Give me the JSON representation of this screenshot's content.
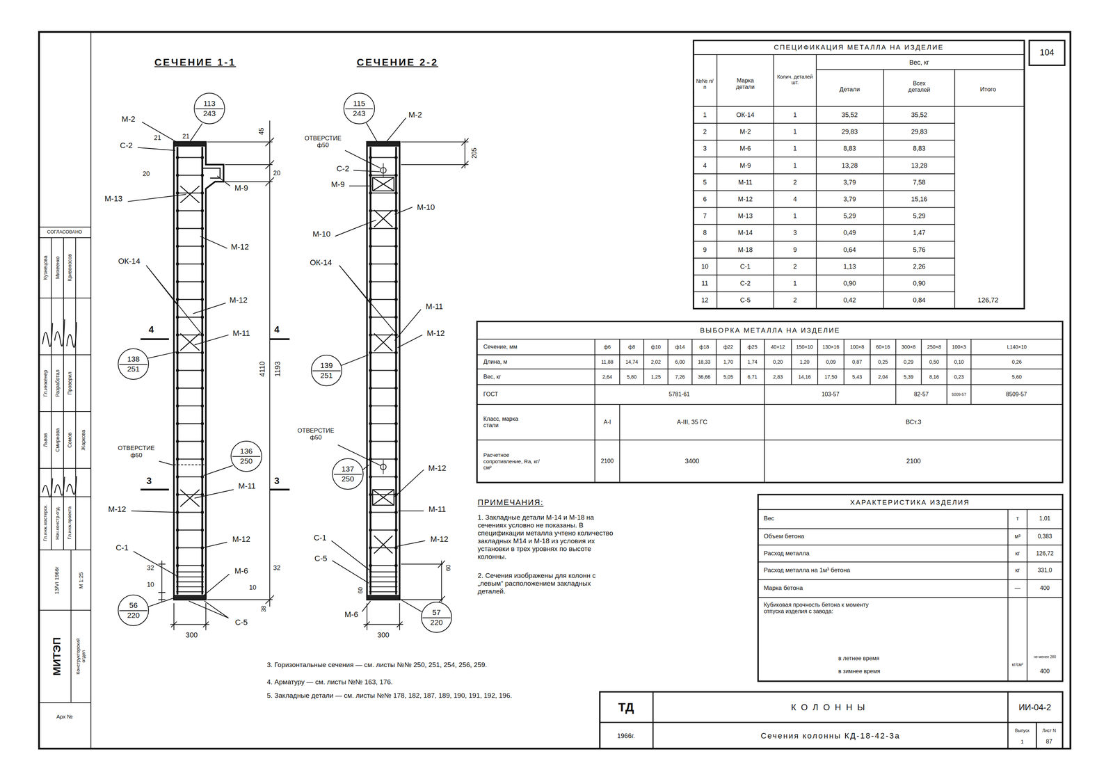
{
  "diagram": {
    "nodes": [
      {
        "text": [
          "113",
          "243"
        ]
      },
      {
        "text": [
          "138",
          "251"
        ]
      },
      {
        "text": [
          "136",
          "250"
        ]
      },
      {
        "text": [
          "56",
          "220"
        ]
      },
      {
        "text": [
          "115",
          "243"
        ]
      },
      {
        "text": [
          "139",
          "251"
        ]
      },
      {
        "text": [
          "137",
          "250"
        ]
      },
      {
        "text": [
          "57",
          "220"
        ]
      }
    ],
    "labels": [
      "СОГЛАСОВАНО",
      "Кузнецова",
      "Михеенко",
      "Кривоносов",
      "Гл.инженер",
      "Разработал",
      "Проверил",
      "Львов",
      "Смирнова",
      "Сомов",
      "Жаркова",
      "Гл.инж.мастерск.",
      "Нач.констр.отд.",
      "Гл.инж.проекта",
      "13/VI 1966г",
      "М 1:25",
      "МИТЭП",
      "Конструкторский отдел",
      "Арх №",
      "104",
      "СЕЧЕНИЕ 1-1",
      "СЕЧЕНИЕ 2-2",
      "М-2",
      "С-2",
      "21",
      "21",
      "20",
      "М-9",
      "М-13",
      "М-12",
      "ОК-14",
      "М-12",
      "М-11",
      "4",
      "4",
      "ОТВЕРСТИЕ ф50",
      "3",
      "3",
      "М-11",
      "М-12",
      "М-12",
      "С-1",
      "32",
      "32",
      "10",
      "10",
      "М-6",
      "С-5",
      "300",
      "45",
      "20",
      "4110",
      "1193",
      "38",
      "М-2",
      "ОТВЕРСТИЕ ф50",
      "205",
      "С-2",
      "М-9",
      "М-10",
      "М-10",
      "ОК-14",
      "М-11",
      "М-12",
      "ОТВЕРСТИЕ ф50",
      "М-12",
      "М-11",
      "С-1",
      "М-12",
      "С-5",
      "60",
      "60",
      "М-6",
      "300",
      "СПЕЦИФИКАЦИЯ МЕТАЛЛА НА ИЗДЕЛИЕ",
      "№№ п/п",
      "Марка детали",
      "Колич. деталей шт.",
      "Вес, кг",
      "Детали",
      "Всех деталей",
      "Итого",
      "1",
      "ОК-14",
      "1",
      "35,52",
      "35,52",
      "2",
      "М-2",
      "1",
      "29,83",
      "29,83",
      "3",
      "М-6",
      "1",
      "8,83",
      "8,83",
      "4",
      "М-9",
      "1",
      "13,28",
      "13,28",
      "5",
      "М-11",
      "2",
      "3,79",
      "7,58",
      "6",
      "М-12",
      "4",
      "3,79",
      "15,16",
      "7",
      "М-13",
      "1",
      "5,29",
      "5,29",
      "8",
      "М-14",
      "3",
      "0,49",
      "1,47",
      "9",
      "М-18",
      "9",
      "0,64",
      "5,76",
      "10",
      "С-1",
      "2",
      "1,13",
      "2,26",
      "11",
      "С-2",
      "1",
      "0,90",
      "0,90",
      "12",
      "С-5",
      "2",
      "0,42",
      "0,84",
      "126,72",
      "ВЫБОРКА МЕТАЛЛА НА ИЗДЕЛИЕ",
      "Сечение, мм",
      "ф6",
      "ф8",
      "ф10",
      "ф14",
      "ф18",
      "ф22",
      "ф25",
      "40×12",
      "150×10",
      "130×16",
      "100×8",
      "60×16",
      "300×8",
      "250×8",
      "100×3",
      "L140×10",
      "Длина, м",
      "11,88",
      "14,74",
      "2,02",
      "6,00",
      "18,33",
      "1,70",
      "1,74",
      "0,20",
      "1,20",
      "0,09",
      "0,87",
      "0,25",
      "0,29",
      "0,50",
      "0,10",
      "0,26",
      "Вес, кг",
      "2,64",
      "5,80",
      "1,25",
      "7,26",
      "36,66",
      "5,05",
      "6,71",
      "2,83",
      "14,16",
      "17,50",
      "5,43",
      "2,04",
      "5,39",
      "8,16",
      "0,23",
      "5,60",
      "ГОСТ",
      "5781-61",
      "103-57",
      "82-57",
      "5009-57",
      "8509-57",
      "Класс, марка стали",
      "А-I",
      "А-III, 35 ГС",
      "ВСт.3",
      "Расчетное сопротивление, Ra, кг/см²",
      "2100",
      "3400",
      "2100",
      "ПРИМЕЧАНИЯ:",
      "1. Закладные детали М-14 и М-18 на сечениях условно не показаны. В спецификации металла учтено количество закладных М14 и М-18 из условия их установки в трех уровнях по высоте колонны.",
      "2. Сечения изображены для колонн с „левым“ расположением закладных деталей.",
      "3. Горизонтальные сечения — см. листы №№ 250, 251, 254, 256, 259.",
      "4. Арматуру — см. листы №№ 163, 176.",
      "5. Закладные детали — см. листы №№ 178, 182, 187, 189, 190, 191, 192, 196.",
      "ХАРАКТЕРИСТИКА ИЗДЕЛИЯ",
      "Вес",
      "т",
      "1,01",
      "Объем бетона",
      "м³",
      "0,383",
      "Расход металла",
      "кг",
      "126,72",
      "Расход металла на 1м³ бетона",
      "кг",
      "331,0",
      "Марка бетона",
      "—",
      "400",
      "Кубиковая прочность бетона к моменту отпуска изделия с завода:",
      "в летнее время",
      "в зимнее время",
      "кг/см²",
      "не менее 280",
      "400",
      "ТД",
      "1966г.",
      "КОЛОННЫ",
      "Сечения колонны КД-18-42-3а",
      "ИИ-04-2",
      "Выпуск",
      "1",
      "Лист N",
      "87"
    ]
  }
}
